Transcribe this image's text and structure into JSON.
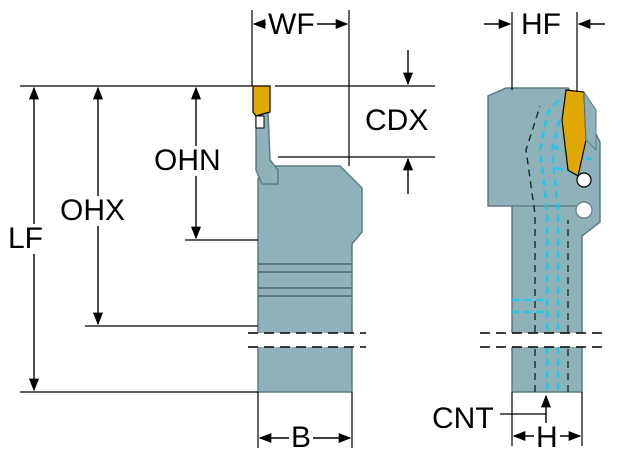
{
  "colors": {
    "body": "#8fb2ba",
    "body_edge": "#5e7a80",
    "insert": "#e0a800",
    "coolant": "#22c8e8",
    "hole": "#ffffff",
    "line": "#000000"
  },
  "labels": {
    "wf": "WF",
    "hf": "HF",
    "cdx": "CDX",
    "ohn": "OHN",
    "ohx": "OHX",
    "lf": "LF",
    "b": "B",
    "cnt": "CNT",
    "h": "H"
  }
}
